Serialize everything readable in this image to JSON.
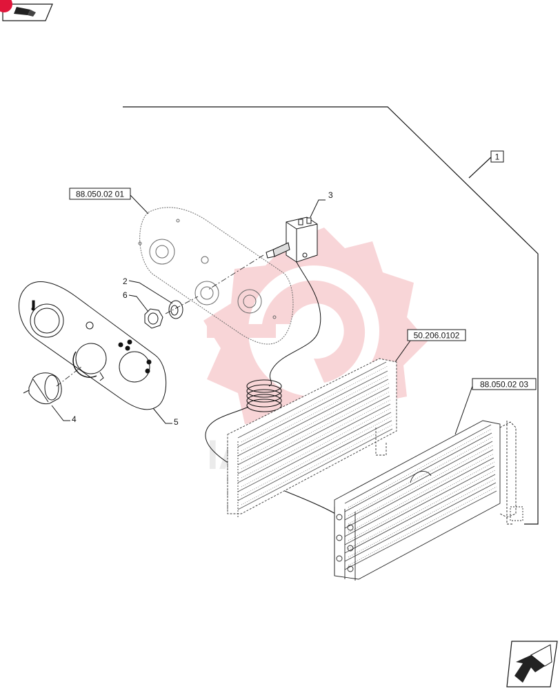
{
  "callouts": {
    "item_1": "1",
    "item_2": "2",
    "item_3": "3",
    "item_4": "4",
    "item_5": "5",
    "item_6": "6"
  },
  "references": {
    "panel_ref": "88.050.02 01",
    "heater_core_ref": "50.206.0102",
    "evaporator_ref": "88.050.02 03"
  },
  "icons": {
    "top_left": "book-icon",
    "bottom_right": "next-page-arrow-icon"
  },
  "colors": {
    "line": "#111111",
    "watermark": "#f3b3b8",
    "badge": "#e0153a"
  }
}
